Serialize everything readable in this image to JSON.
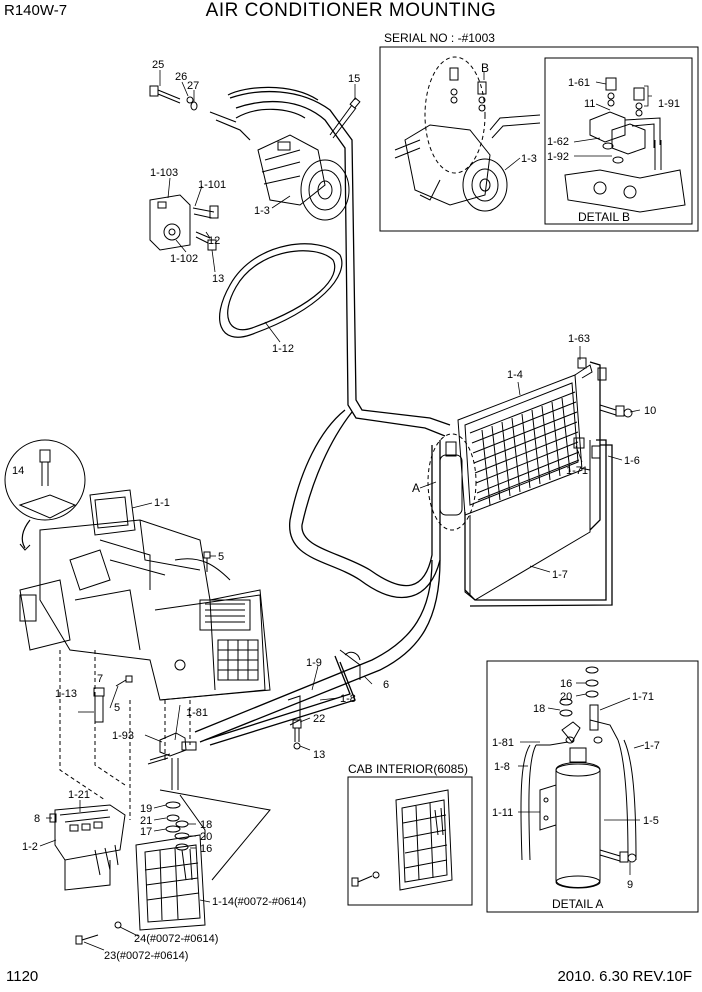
{
  "header": {
    "model": "R140W-7",
    "title": "AIR CONDITIONER MOUNTING"
  },
  "footer": {
    "page_number": "1120",
    "revision": "2010. 6.30  REV.10F"
  },
  "insets": {
    "serial": "SERIAL NO : -#1003",
    "detail_b": "DETAIL B",
    "detail_a": "DETAIL A",
    "cab_interior": "CAB INTERIOR(6085)"
  },
  "view_markers": {
    "a": "A",
    "b": "B"
  },
  "callouts": {
    "c25": "25",
    "c26": "26",
    "c27": "27",
    "c15": "15",
    "c1_103": "1-103",
    "c1_101": "1-101",
    "c1_102": "1-102",
    "c12": "12",
    "c13_top": "13",
    "c1_3_main": "1-3",
    "c1_12": "1-12",
    "c1_3_serial": "1-3",
    "c1_61": "1-61",
    "c11": "11",
    "c1_91": "1-91",
    "c1_62": "1-62",
    "c1_92": "1-92",
    "c1_63": "1-63",
    "c1_4": "1-4",
    "c10": "10",
    "c1_71_main": "1-71",
    "c1_6": "1-6",
    "c1_7_main": "1-7",
    "c14": "14",
    "c1_1": "1-1",
    "c5_top": "5",
    "c5_bot": "5",
    "c7": "7",
    "c1_13": "1-13",
    "c1_81_main": "1-81",
    "c1_93": "1-93",
    "c1_9": "1-9",
    "c6": "6",
    "c1_8_main": "1-8",
    "c22": "22",
    "c13_mid": "13",
    "c8": "8",
    "c1_21": "1-21",
    "c1_2": "1-2",
    "c19": "19",
    "c21": "21",
    "c17": "17",
    "c18_left": "18",
    "c20_left": "20",
    "c16_left": "16",
    "c1_14": "1-14(#0072-#0614)",
    "c24": "24(#0072-#0614)",
    "c23": "23(#0072-#0614)",
    "c16_right": "16",
    "c20_right": "20",
    "c18_right": "18",
    "c1_71_det": "1-71",
    "c1_81_det": "1-81",
    "c1_7_det": "1-7",
    "c1_8_det": "1-8",
    "c1_11": "1-11",
    "c1_5": "1-5",
    "c9": "9"
  }
}
